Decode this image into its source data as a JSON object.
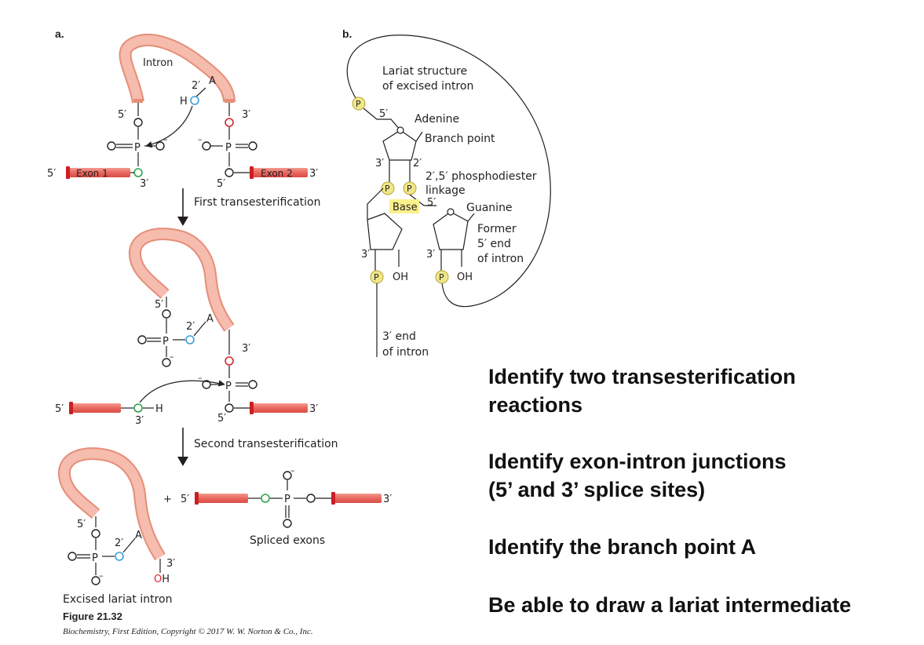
{
  "panel_a": {
    "label": "a.",
    "intron": "Intron",
    "A": "A",
    "two_prime": "2′",
    "five_prime": "5′",
    "three_prime": "3′",
    "HO": "HO",
    "O": "O",
    "P": "P",
    "H": "H",
    "OH": "OH",
    "O_minus": "O⁻",
    "minus_O": "⁻O",
    "exon1": "Exon 1",
    "exon2": "Exon 2",
    "first_step": "First transesterification",
    "second_step": "Second transesterification",
    "plus": "+",
    "spliced_exons": "Spliced exons",
    "excised_lariat": "Excised lariat intron"
  },
  "panel_b": {
    "label": "b.",
    "lariat_line1": "Lariat structure",
    "lariat_line2": "of excised intron",
    "adenine": "Adenine",
    "branch_point": "Branch point",
    "phospho_line1": "2′,5′ phosphodiester",
    "phospho_line2": "linkage",
    "guanine": "Guanine",
    "former_line1": "Former",
    "former_line2": "5′ end",
    "former_line3": "of intron",
    "base": "Base",
    "P": "P",
    "OH": "OH",
    "end_line1": "3′ end",
    "end_line2": "of intron",
    "three_prime": "3′",
    "two_prime": "2′",
    "five_prime": "5′"
  },
  "figure": {
    "number": "Figure 21.32",
    "credit": "Biochemistry, First Edition, Copyright © 2017 W. W. Norton & Co., Inc."
  },
  "questions": {
    "q1_line1": "Identify two transesterification",
    "q1_line2": "reactions",
    "q2_line1": "Identify exon-intron junctions",
    "q2_line2": "(5’ and 3’ splice sites)",
    "q3": "Identify the branch point A",
    "q4": "Be able to draw a lariat intermediate"
  },
  "colors": {
    "intron_fill": "#f5b5a4",
    "intron_edge": "#e58e7a",
    "exon_fill": "#ec7a70",
    "exon_end": "#cc1f24",
    "phosphate_ball": "#efe78a",
    "hydroxyl_blue": "#3aa0d8",
    "oxygen_red": "#d6262d",
    "oxygen_green": "#2ea24a",
    "base_highlight": "#fbf08c"
  }
}
